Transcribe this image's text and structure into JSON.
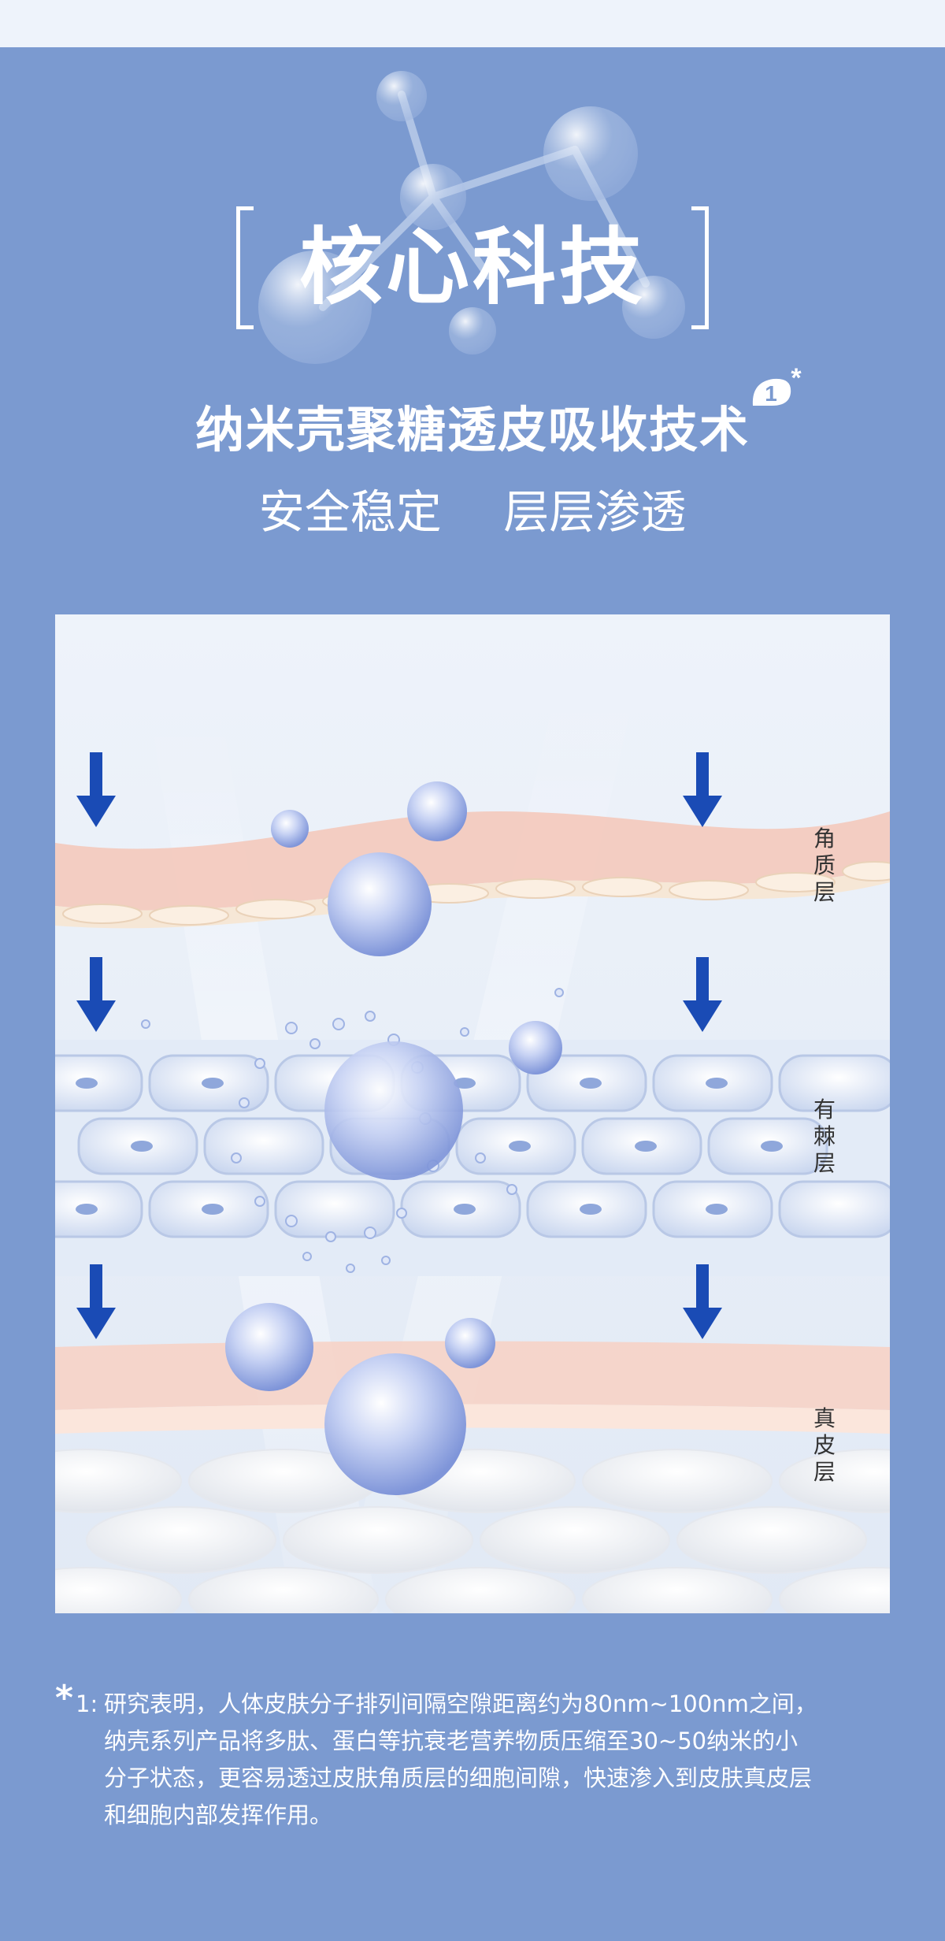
{
  "title": "核心科技",
  "subtitle": "纳米壳聚糖透皮吸收技术",
  "note_marker": {
    "number": "1",
    "star": "*"
  },
  "tagline": [
    "安全稳定",
    "层层渗透"
  ],
  "layers": [
    {
      "label": [
        "角",
        "质",
        "层"
      ]
    },
    {
      "label": [
        "有",
        "棘",
        "层"
      ]
    },
    {
      "label": [
        "真",
        "皮",
        "层"
      ]
    }
  ],
  "footnote": {
    "star": "*",
    "id": "1:",
    "lines": [
      "研究表明，人体皮肤分子排列间隔空隙距离约为80nm~100nm之间，",
      "纳壳系列产品将多肽、蛋白等抗衰老营养物质压缩至30~50纳米的小",
      "分子状态，更容易透过皮肤角质层的细胞间隙，快速渗入到皮肤真皮层",
      "和细胞内部发挥作用。"
    ]
  },
  "colors": {
    "background": "#7b9ad0",
    "arrow": "#1a4bb5",
    "skin_pink": "#f4c9bb",
    "cell_blue": "#dbe5f5"
  }
}
